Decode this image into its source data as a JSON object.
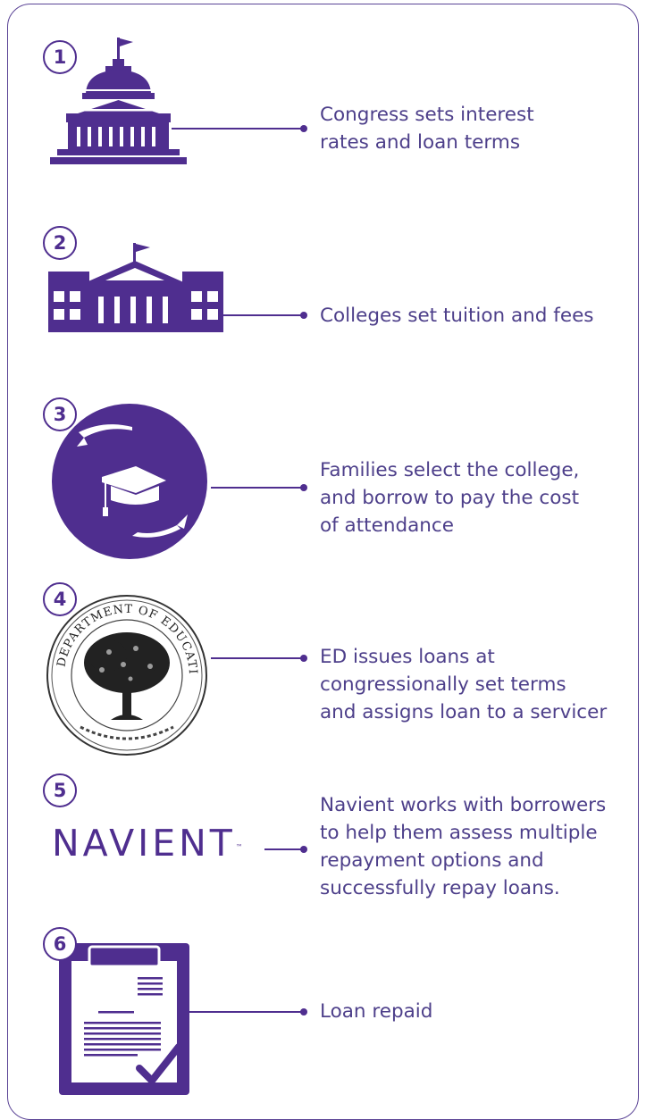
{
  "steps": [
    {
      "number": "1",
      "lines": [
        "Congress sets interest",
        "rates and loan terms"
      ]
    },
    {
      "number": "2",
      "lines": [
        "Colleges set tuition and fees"
      ]
    },
    {
      "number": "3",
      "lines": [
        "Families select the college,",
        "and borrow to pay the cost",
        "of attendance"
      ]
    },
    {
      "number": "4",
      "lines": [
        "ED issues loans at",
        "congressionally set terms",
        "and assigns loan to a servicer"
      ]
    },
    {
      "number": "5",
      "lines": [
        "Navient works with borrowers",
        "to help them assess multiple",
        "repayment options and",
        "successfully repay loans."
      ]
    },
    {
      "number": "6",
      "lines": [
        "Loan repaid"
      ]
    }
  ],
  "logo": {
    "text": "NAVIENT",
    "mark": "™"
  },
  "seal": {
    "text": "DEPARTMENT OF EDUCATION"
  },
  "icons": [
    "capitol-icon",
    "college-building-icon",
    "graduation-cap-hands-icon",
    "department-of-education-seal-icon",
    "navient-logo",
    "clipboard-check-icon"
  ],
  "colors": {
    "accent": "#4f2e8f",
    "text": "#4d3f8a",
    "border": "#5b4496"
  }
}
